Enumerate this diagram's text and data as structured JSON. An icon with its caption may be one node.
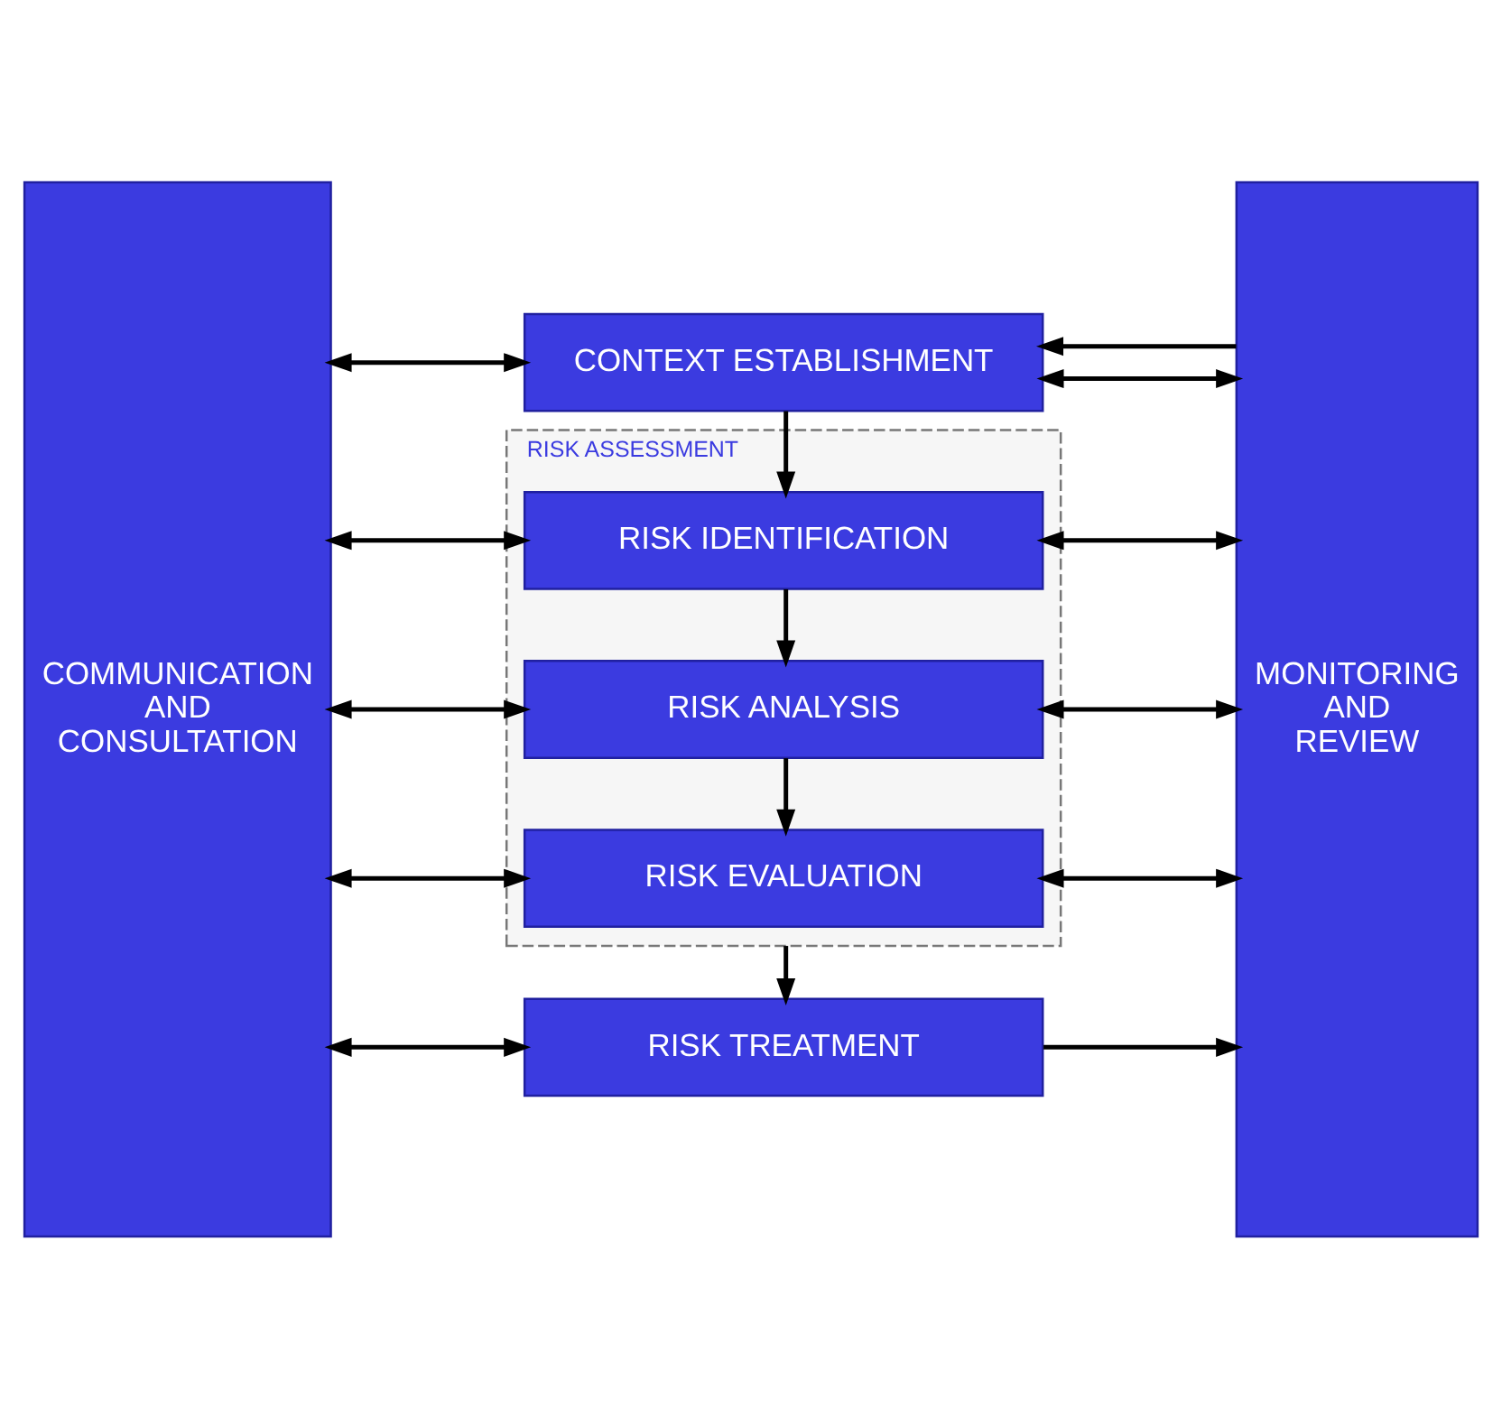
{
  "diagram": {
    "nodes": [
      {
        "text": [
          "COMMUNICATION AND CONSULTATION"
        ]
      },
      {
        "text": [
          "CONTEXT ESTABLISHMENT"
        ]
      },
      {
        "text": [
          "RISK ASSESSMENT"
        ]
      },
      {
        "text": [
          "RISK IDENTIFICATION"
        ],
        "in": 2
      },
      {
        "text": [
          "RISK ANALYSIS"
        ],
        "in": 2
      },
      {
        "text": [
          "RISK EVALUATION"
        ],
        "in": 2
      },
      {
        "text": [
          "RISK TREATMENT"
        ]
      },
      {
        "text": [
          "MONITORING AND REVIEW"
        ]
      }
    ],
    "edges": [
      {
        "from": 7,
        "to": 1,
        "arrow": "to"
      },
      {
        "from": 0,
        "to": 1,
        "arrow": "both"
      },
      {
        "from": 1,
        "to": 7,
        "arrow": "both"
      },
      {
        "from": 1,
        "to": 3,
        "arrow": "to"
      },
      {
        "from": 0,
        "to": 3,
        "arrow": "both"
      },
      {
        "from": 3,
        "to": 7,
        "arrow": "both"
      },
      {
        "from": 3,
        "to": 4,
        "arrow": "to"
      },
      {
        "from": 0,
        "to": 4,
        "arrow": "both"
      },
      {
        "from": 4,
        "to": 7,
        "arrow": "both"
      },
      {
        "from": 4,
        "to": 5,
        "arrow": "to"
      },
      {
        "from": 0,
        "to": 5,
        "arrow": "both"
      },
      {
        "from": 5,
        "to": 7,
        "arrow": "both"
      },
      {
        "from": 2,
        "to": 6,
        "arrow": "to"
      },
      {
        "from": 0,
        "to": 6,
        "arrow": "both"
      },
      {
        "from": 6,
        "to": 7,
        "arrow": "to"
      }
    ]
  }
}
